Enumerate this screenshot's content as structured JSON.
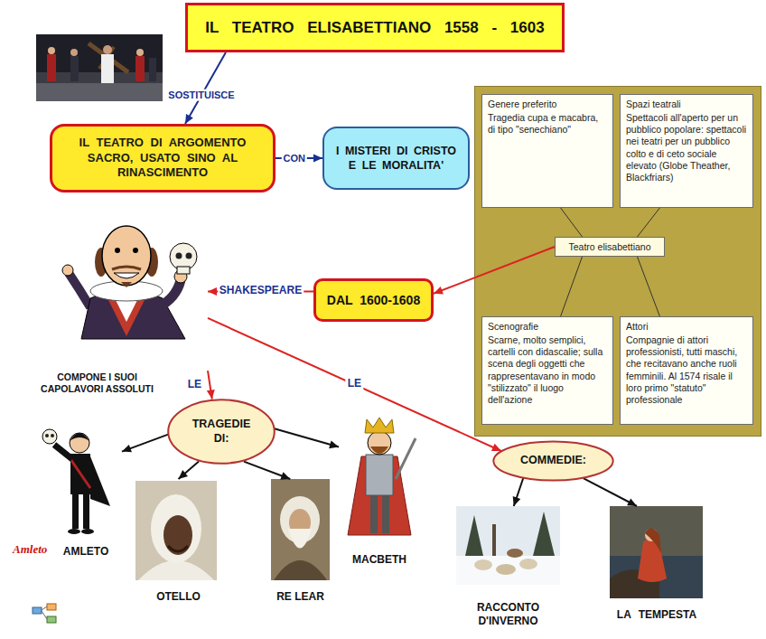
{
  "diagram": {
    "nodes": [
      {
        "text": [
          "IL TEATRO ELISABETTIANO 1558 - 1603"
        ]
      },
      {
        "text": [
          "IL TEATRO DI ARGOMENTO SACRO, USATO SINO AL RINASCIMENTO"
        ]
      },
      {
        "text": [
          "I MISTERI DI CRISTO E LE MORALITA'"
        ]
      },
      {
        "text": [
          "Genere preferito",
          "Tragedia cupa e macabra, di tipo \"senechiano\""
        ]
      },
      {
        "text": [
          "Spazi teatrali",
          "Spettacoli all'aperto per un pubblico popolare: spettacoli nei teatri per un pubblico colto e di ceto sociale elevato (Globe Theather, Blackfriars)"
        ]
      },
      {
        "text": [
          "Teatro elisabettiano"
        ]
      },
      {
        "text": [
          "DAL 1600-1608"
        ]
      },
      {
        "text": [
          "Scenografie",
          "Scarne, molto semplici, cartelli con didascalie; sulla scena degli oggetti che rappresentavano in modo \"stilizzato\" il luogo dell'azione"
        ]
      },
      {
        "text": [
          "Attori",
          "Compagnie di attori professionisti, tutti maschi, che recitavano anche ruoli femminili. Al 1574 risale il loro primo \"statuto\" professionale"
        ]
      },
      {
        "text": [
          "COMPONE I SUOI CAPOLAVORI ASSOLUTI"
        ]
      },
      {
        "text": [
          "TRAGEDIE DI:"
        ]
      },
      {
        "text": [
          "COMMEDIE:"
        ]
      },
      {
        "text": [
          "AMLETO"
        ]
      },
      {
        "text": [
          "OTELLO"
        ]
      },
      {
        "text": [
          "RE LEAR"
        ]
      },
      {
        "text": [
          "MACBETH"
        ]
      },
      {
        "text": [
          "RACCONTO D'INVERNO"
        ]
      },
      {
        "text": [
          "LA TEMPESTA"
        ]
      }
    ],
    "edges": [
      {
        "from": 0,
        "to": 1,
        "label": "SOSTITUISCE",
        "arrow": "to"
      },
      {
        "from": 1,
        "to": 2,
        "label": "CON",
        "arrow": "to"
      },
      {
        "from": 5,
        "to": 3,
        "arrow": "none"
      },
      {
        "from": 5,
        "to": 4,
        "arrow": "none"
      },
      {
        "from": 5,
        "to": 7,
        "arrow": "none"
      },
      {
        "from": 5,
        "to": 8,
        "arrow": "none"
      },
      {
        "from": 5,
        "to": 6,
        "arrow": "to"
      },
      {
        "from": 6,
        "to": 9,
        "label": "SHAKESPEARE",
        "arrow": "to"
      },
      {
        "from": 9,
        "to": 10,
        "label": "LE",
        "arrow": "to"
      },
      {
        "from": 9,
        "to": 11,
        "label": "LE",
        "arrow": "to"
      },
      {
        "from": 10,
        "to": 12,
        "arrow": "to"
      },
      {
        "from": 10,
        "to": 13,
        "arrow": "to"
      },
      {
        "from": 10,
        "to": 14,
        "arrow": "to"
      },
      {
        "from": 10,
        "to": 15,
        "arrow": "to"
      },
      {
        "from": 11,
        "to": 16,
        "arrow": "to"
      },
      {
        "from": 11,
        "to": 17,
        "arrow": "to"
      }
    ],
    "labels": [
      "Amleto"
    ]
  }
}
